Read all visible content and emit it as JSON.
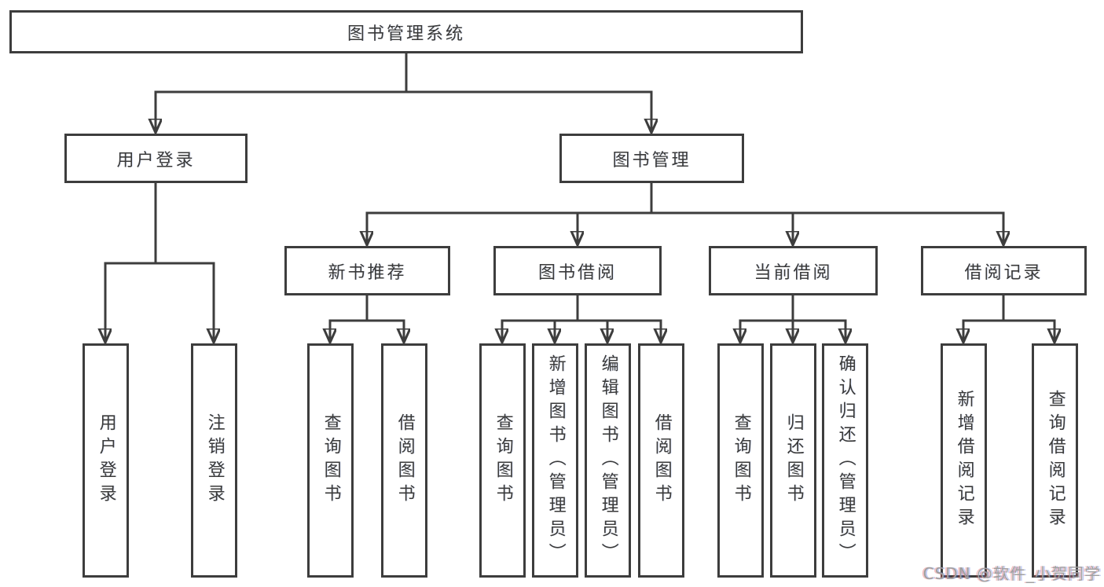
{
  "tree": {
    "root": {
      "label": "图书管理系统"
    },
    "branches": [
      {
        "label": "用户登录",
        "leaves": [
          {
            "label": "用户登录"
          },
          {
            "label": "注销登录"
          }
        ]
      },
      {
        "label": "图书管理",
        "groups": [
          {
            "label": "新书推荐",
            "leaves": [
              {
                "label": "查询图书"
              },
              {
                "label": "借阅图书"
              }
            ]
          },
          {
            "label": "图书借阅",
            "leaves": [
              {
                "label": "查询图书"
              },
              {
                "label": "新增图书（管理员）"
              },
              {
                "label": "编辑图书（管理员）"
              },
              {
                "label": "借阅图书"
              }
            ]
          },
          {
            "label": "当前借阅",
            "leaves": [
              {
                "label": "查询图书"
              },
              {
                "label": "归还图书"
              },
              {
                "label": "确认归还（管理员）"
              }
            ]
          },
          {
            "label": "借阅记录",
            "leaves": [
              {
                "label": "新增借阅记录"
              },
              {
                "label": "查询借阅记录"
              }
            ]
          }
        ]
      }
    ]
  },
  "watermark": {
    "text": "CSDN @软件_小贺同学"
  },
  "colors": {
    "line": "#3d3d3d",
    "box_border": "#3d3d3d",
    "text": "#3a3a3a",
    "watermark_text": "#a0a0a0",
    "background": "#ffffff"
  }
}
